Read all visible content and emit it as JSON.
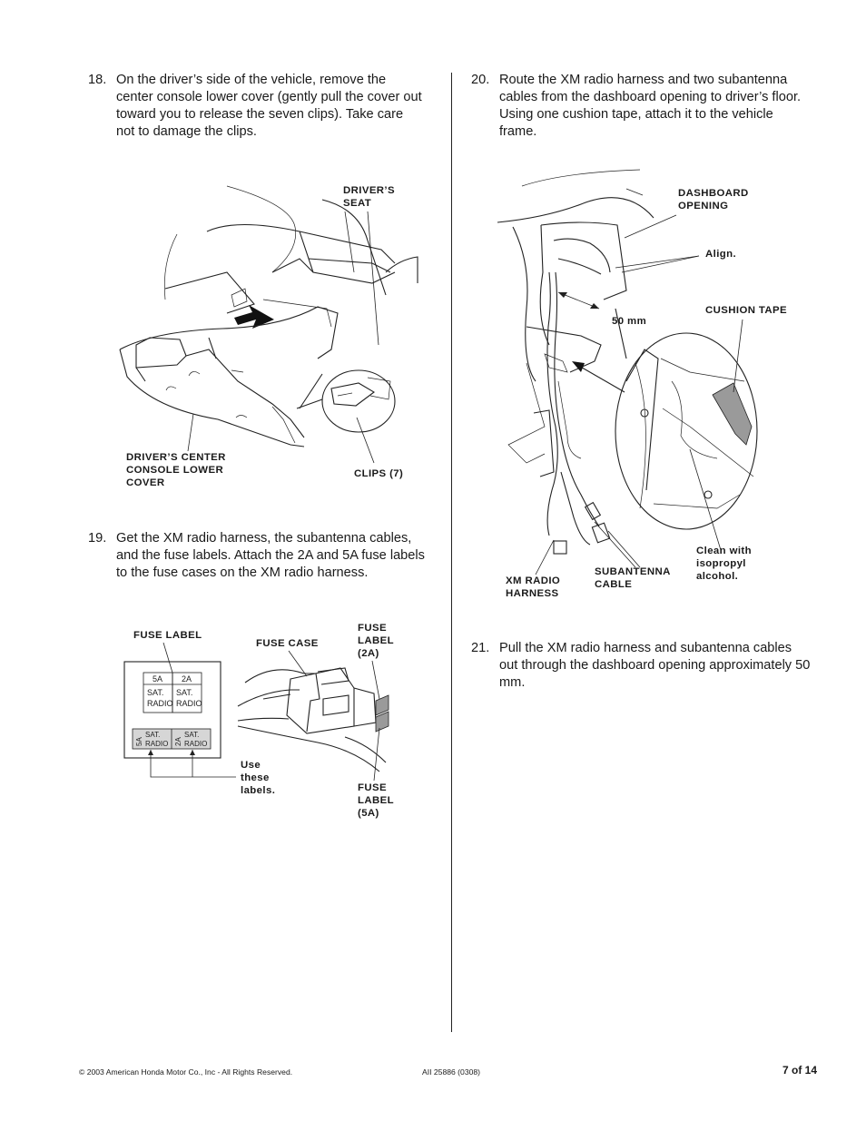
{
  "steps": {
    "s18": {
      "num": "18.",
      "text": "On the driver’s side of the vehicle, remove the center console lower cover (gently pull the cover out toward you to release the seven clips). Take care not to damage the clips."
    },
    "s19": {
      "num": "19.",
      "text": "Get the XM radio harness, the subantenna cables, and the fuse labels. Attach the 2A and 5A fuse labels to the fuse cases on the XM radio harness."
    },
    "s20": {
      "num": "20.",
      "text": "Route the XM radio harness and two subantenna cables from the dashboard opening to driver’s floor. Using one cushion tape, attach it to the vehicle frame."
    },
    "s21": {
      "num": "21.",
      "text": "Pull the XM radio harness and subantenna cables out through the dashboard opening approximately 50 mm."
    }
  },
  "fig18": {
    "drivers_seat": "DRIVER’S\nSEAT",
    "console_cover": "DRIVER’S CENTER\nCONSOLE LOWER\nCOVER",
    "clips": "CLIPS (7)"
  },
  "fig19": {
    "fuse_label": "FUSE LABEL",
    "fuse_case": "FUSE CASE",
    "fuse_label_2a": "FUSE\nLABEL\n(2A)",
    "fuse_label_5a": "FUSE\nLABEL\n(5A)",
    "use_these": "Use\nthese\nlabels.",
    "sheet": {
      "amp_5a": "5A",
      "amp_2a": "2A",
      "sat": "SAT.",
      "radio": "RADIO",
      "tab_5a": "5A",
      "tab_2a": "2A"
    }
  },
  "fig20": {
    "dashboard_opening": "DASHBOARD\nOPENING",
    "align": "Align.",
    "cushion_tape": "CUSHION TAPE",
    "dim_50mm": "50 mm",
    "clean": "Clean with\nisopropyl\nalcohol.",
    "xm_harness": "XM RADIO\nHARNESS",
    "subantenna": "SUBANTENNA\nCABLE"
  },
  "footer": {
    "copyright": "© 2003 American Honda Motor Co., Inc - All Rights Reserved.",
    "doc_id": "AII 25886 (0308)",
    "page": "7 of 14"
  }
}
